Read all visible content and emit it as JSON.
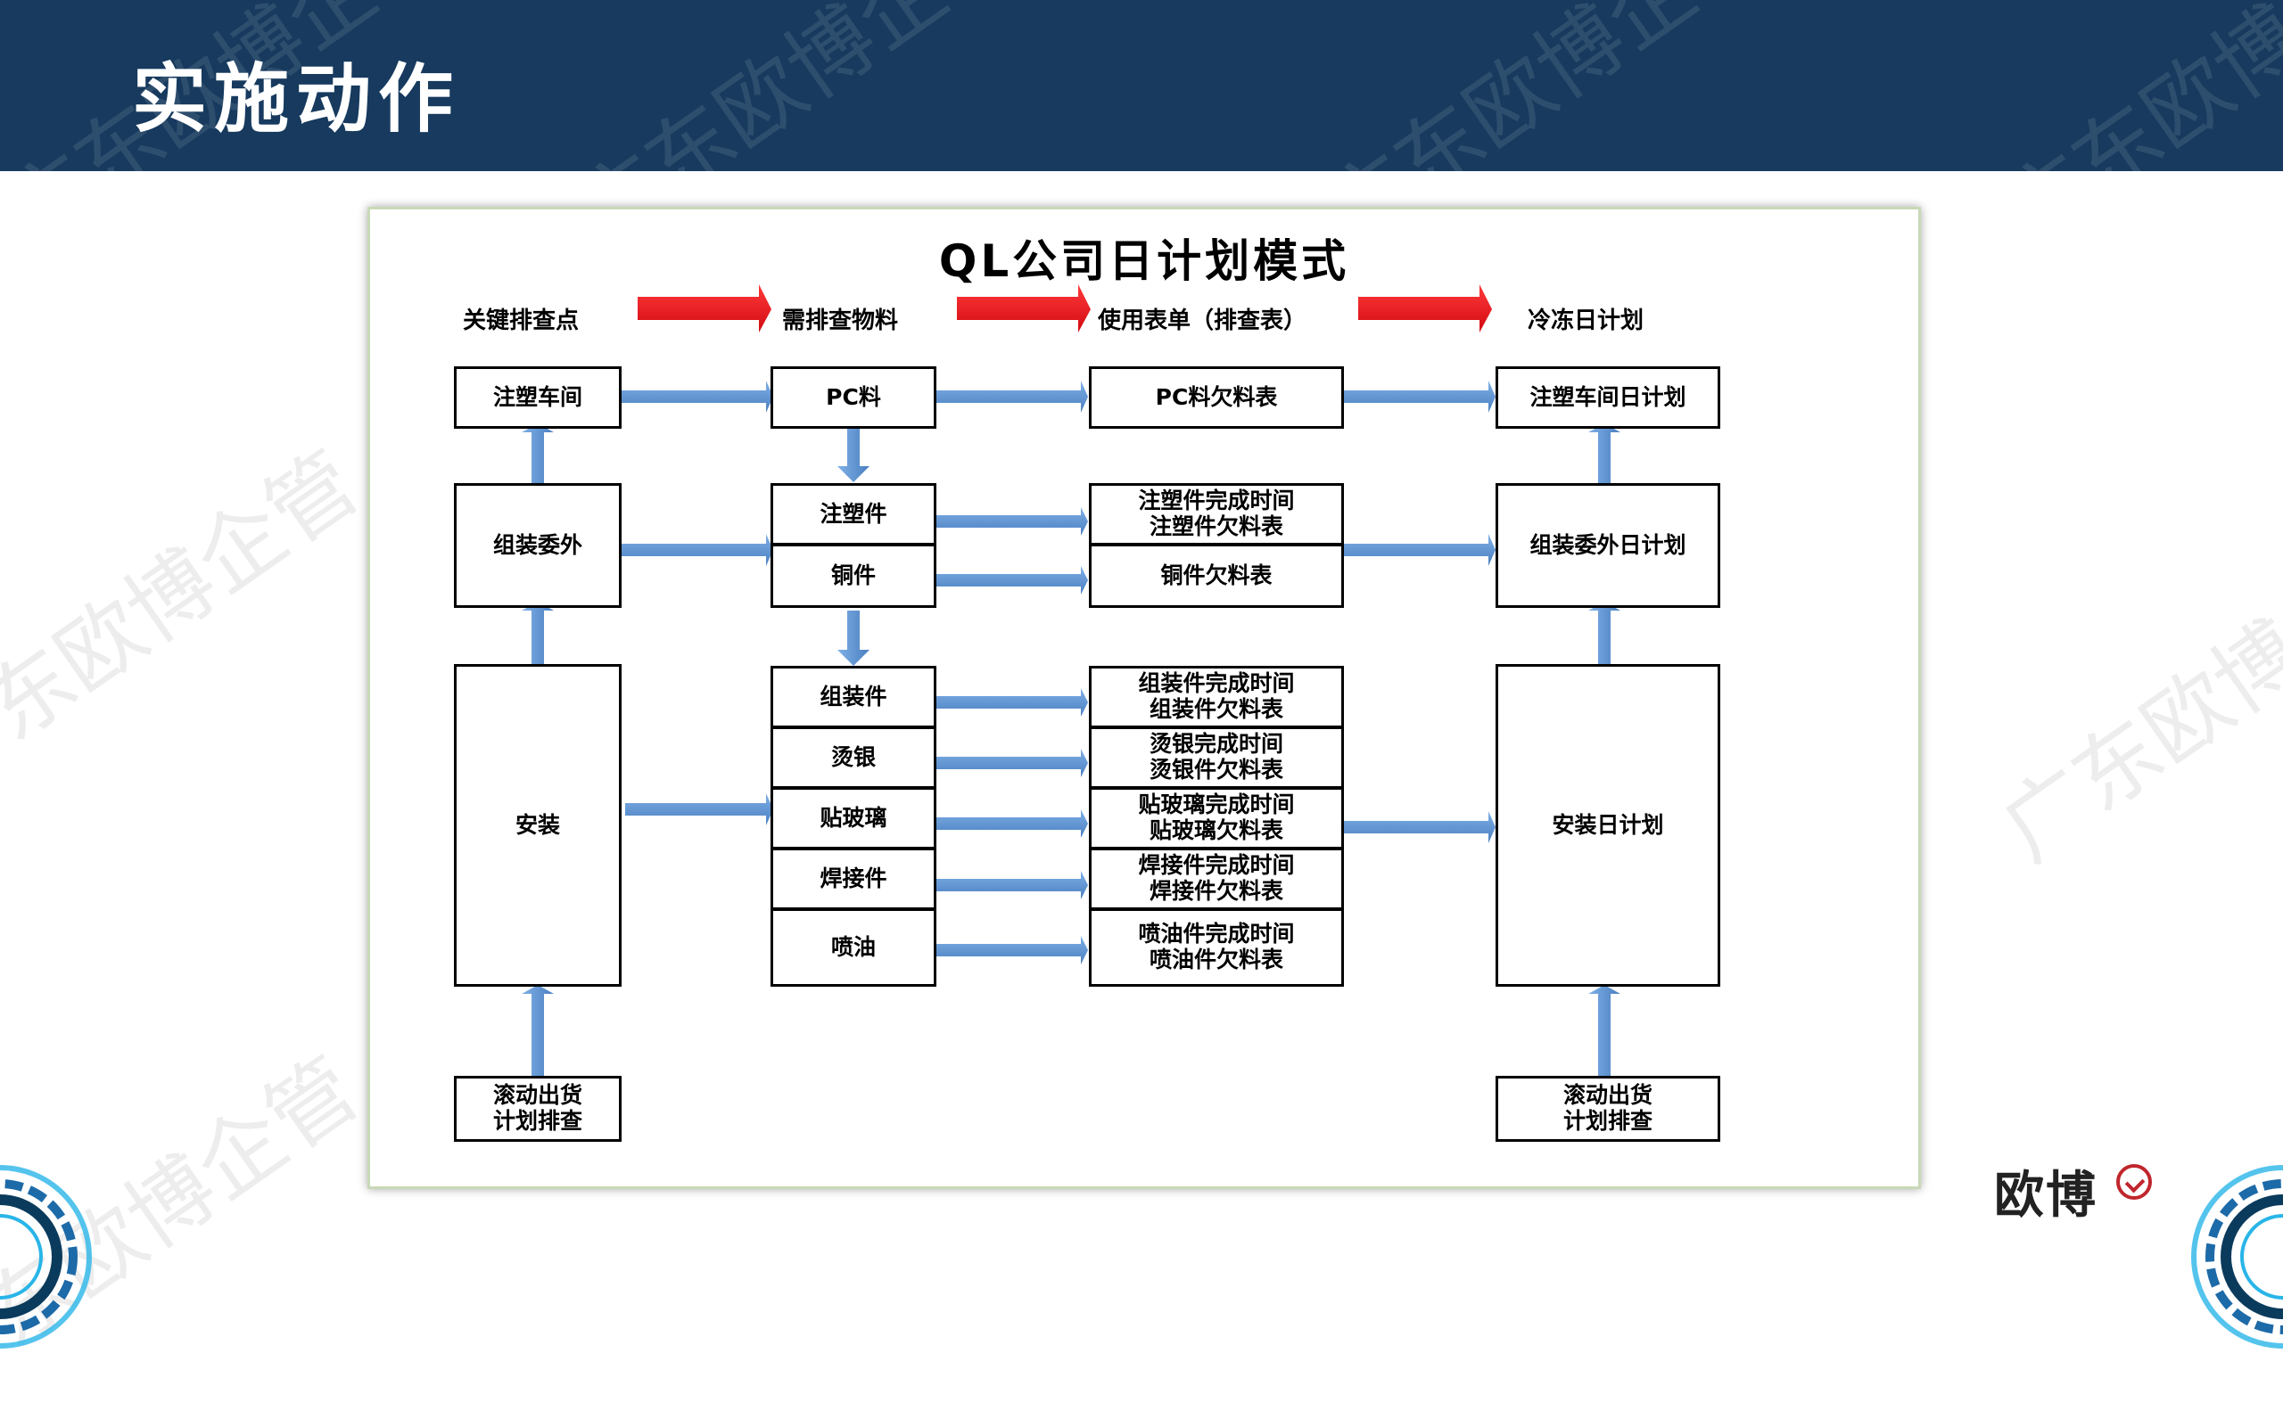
{
  "page": {
    "title": "实施动作"
  },
  "watermark": {
    "text": "广东欧博企管"
  },
  "brand": {
    "logo_text": "欧博"
  },
  "diagram": {
    "title": "QL公司日计划模式",
    "columns": [
      "关键排查点",
      "需排查物料",
      "使用表单（排查表）",
      "冷冻日计划"
    ],
    "col1": {
      "injection_workshop": "注塑车间",
      "assembly_outsource": "组装委外",
      "installation": "安装",
      "rolling_shipment": "滚动出货\n计划排查"
    },
    "col2": {
      "pc_material": "PC料",
      "injection_parts": "注塑件",
      "copper_parts": "铜件",
      "assembly_parts": "组装件",
      "silver_hot": "烫银",
      "glass_paste": "贴玻璃",
      "weld_parts": "焊接件",
      "spray_oil": "喷油"
    },
    "col3": {
      "pc_shortage": "PC料欠料表",
      "injection_forms": "注塑件完成时间\n注塑件欠料表",
      "copper_shortage": "铜件欠料表",
      "assembly_forms": "组装件完成时间\n组装件欠料表",
      "silver_forms": "烫银完成时间\n烫银件欠料表",
      "glass_forms": "贴玻璃完成时间\n贴玻璃欠料表",
      "weld_forms": "焊接件完成时间\n焊接件欠料表",
      "spray_forms": "喷油件完成时间\n喷油件欠料表"
    },
    "col4": {
      "injection_plan": "注塑车间日计划",
      "assembly_plan": "组装委外日计划",
      "installation_plan": "安装日计划",
      "rolling_shipment": "滚动出货\n计划排查"
    }
  },
  "colors": {
    "header_bg": "#173a5e",
    "arrow_blue": "#5b8fcf",
    "arrow_red": "#e8121b",
    "frame_border": "#c8d9b8"
  },
  "icons": {
    "corner": "tech-ring-icon",
    "seal": "seal-icon"
  }
}
